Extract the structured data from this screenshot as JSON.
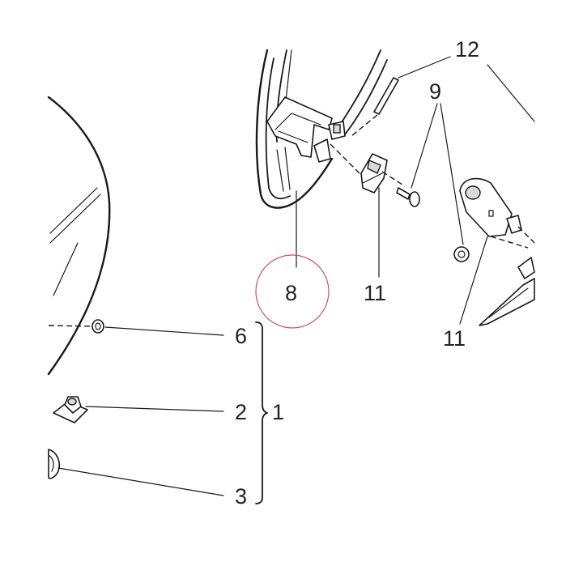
{
  "callouts": {
    "c12": "12",
    "c9": "9",
    "c8": "8",
    "c11a": "11",
    "c11b": "11",
    "c6": "6",
    "c2": "2",
    "c1": "1",
    "c3": "3"
  },
  "highlight": {
    "target": "8",
    "color": "#c8506a"
  }
}
